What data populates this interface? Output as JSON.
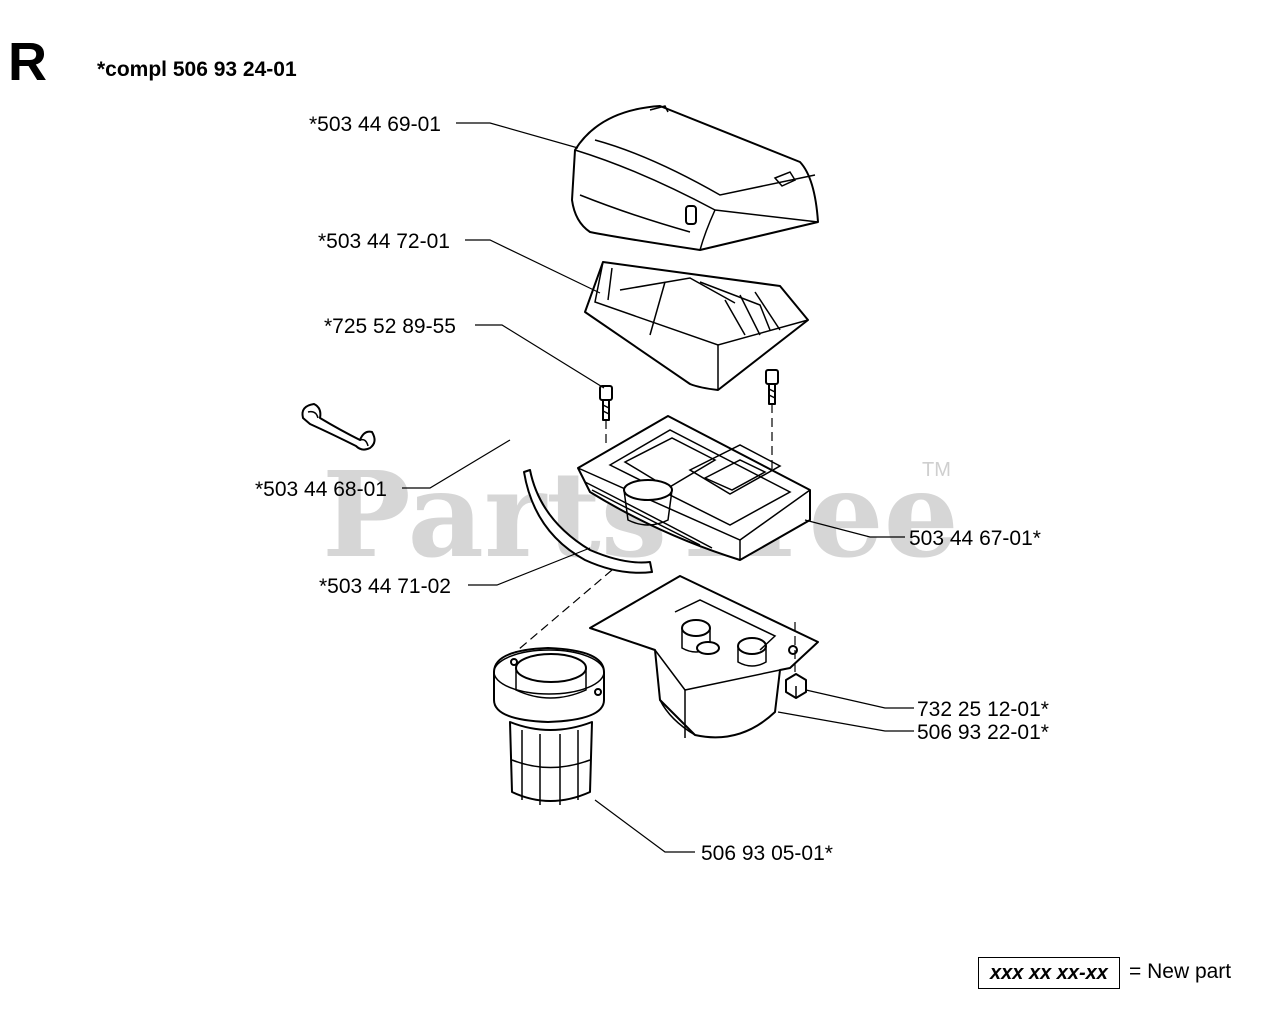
{
  "header": {
    "section_letter": "R",
    "assembly_label": "*compl 506 93 24-01"
  },
  "watermark": {
    "text": "PartsTree",
    "trademark": "TM"
  },
  "parts": [
    {
      "id": "cover",
      "label": "*503 44 69-01"
    },
    {
      "id": "filter-top",
      "label": "*503 44 72-01"
    },
    {
      "id": "screw",
      "label": "*725 52 89-55"
    },
    {
      "id": "clip",
      "label": "*503 44 68-01"
    },
    {
      "id": "filter-holder",
      "label": "503 44 67-01*"
    },
    {
      "id": "seal-strip",
      "label": "*503 44 71-02"
    },
    {
      "id": "nut",
      "label": "732 25 12-01*"
    },
    {
      "id": "intake-housing",
      "label": "506 93 22-01*"
    },
    {
      "id": "filter-element",
      "label": "506 93 05-01*"
    }
  ],
  "legend": {
    "sample": "xxx xx xx-xx",
    "text": "= New part"
  }
}
